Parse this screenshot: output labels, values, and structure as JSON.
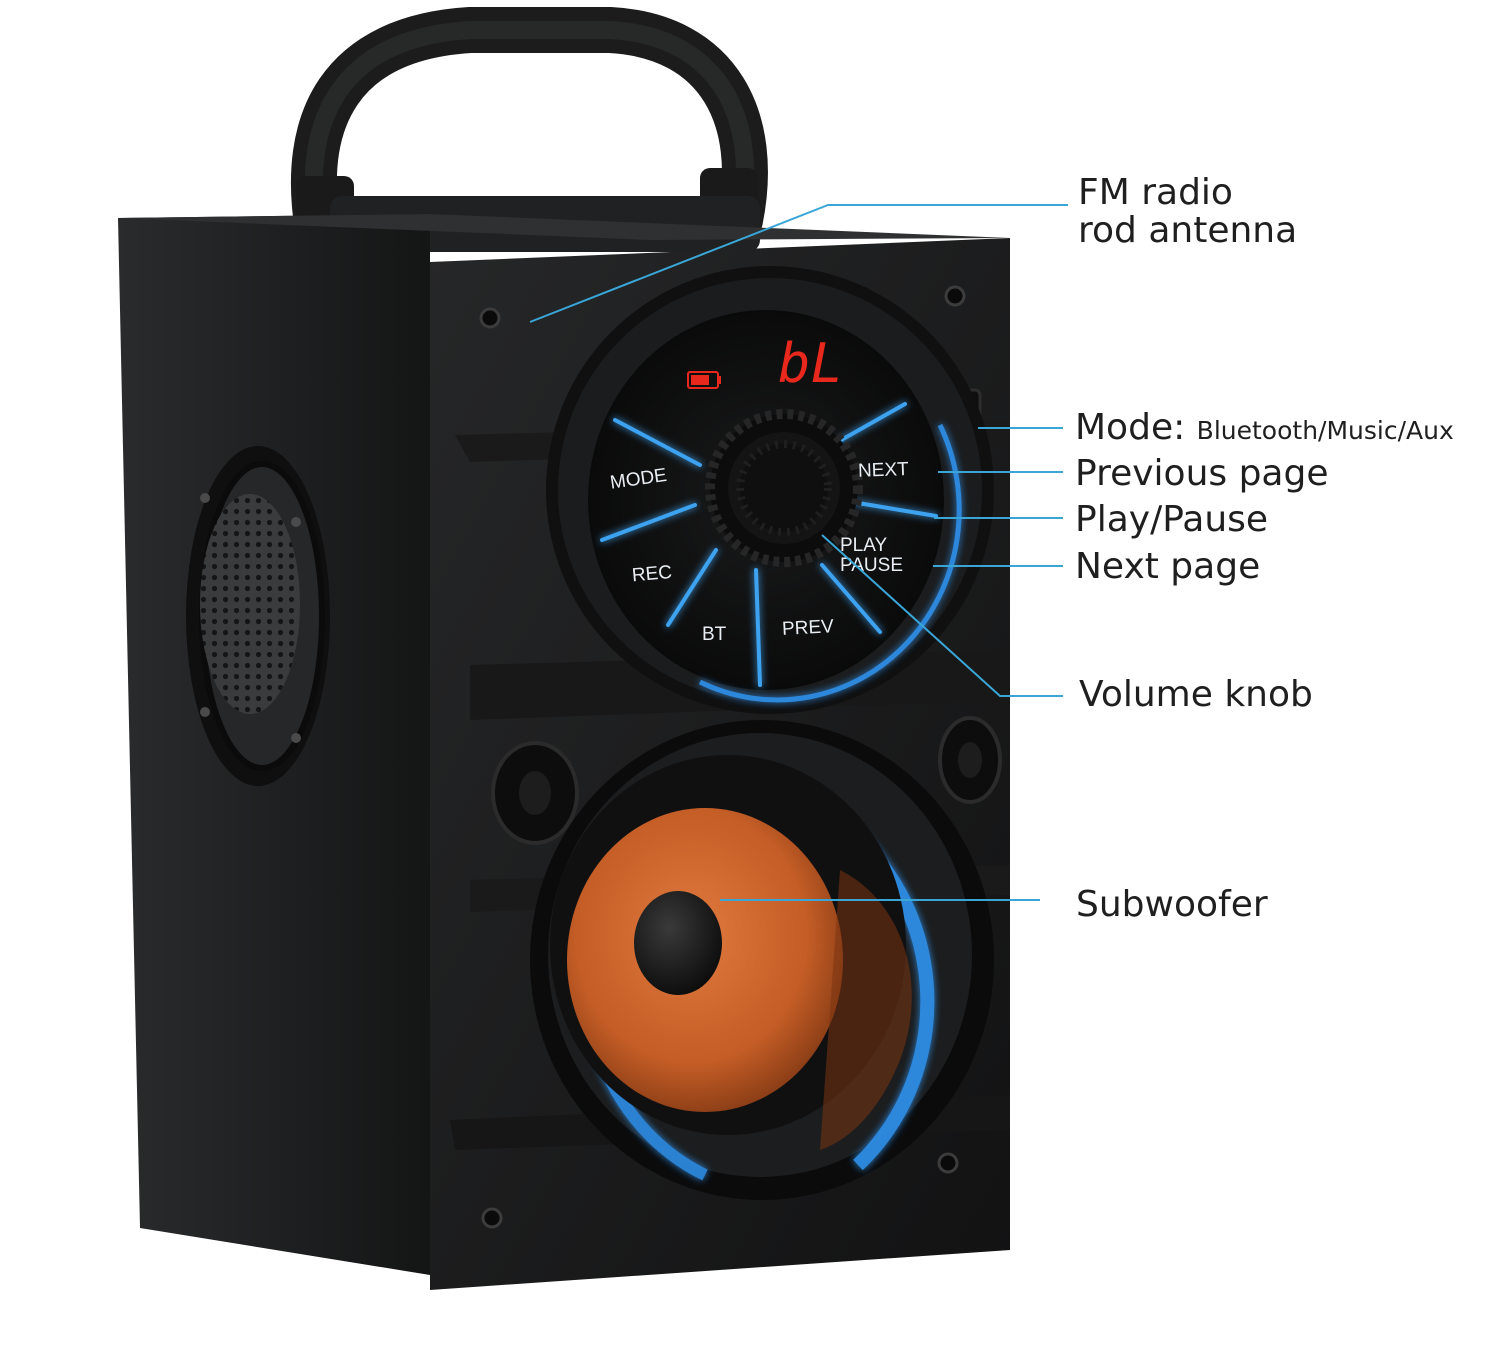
{
  "callouts": {
    "antenna_line1": "FM radio",
    "antenna_line2": "rod antenna",
    "mode_label": "Mode:",
    "mode_detail": "Bluetooth/Music/Aux",
    "previous": "Previous page",
    "play_pause": "Play/Pause",
    "next": "Next page",
    "volume": "Volume knob",
    "subwoofer": "Subwoofer"
  },
  "panel": {
    "display": "bL",
    "buttons": {
      "mode": "MODE",
      "rec": "REC",
      "bt": "BT",
      "prev": "PREV",
      "next": "NEXT",
      "play": "PLAY",
      "pause": "PAUSE"
    }
  },
  "colors": {
    "leader_line": "#3aa6d8",
    "body": "#232425",
    "led_glow": "#2f8ee6",
    "woofer_cone": "#c8622a",
    "display_red": "#e8281c"
  }
}
